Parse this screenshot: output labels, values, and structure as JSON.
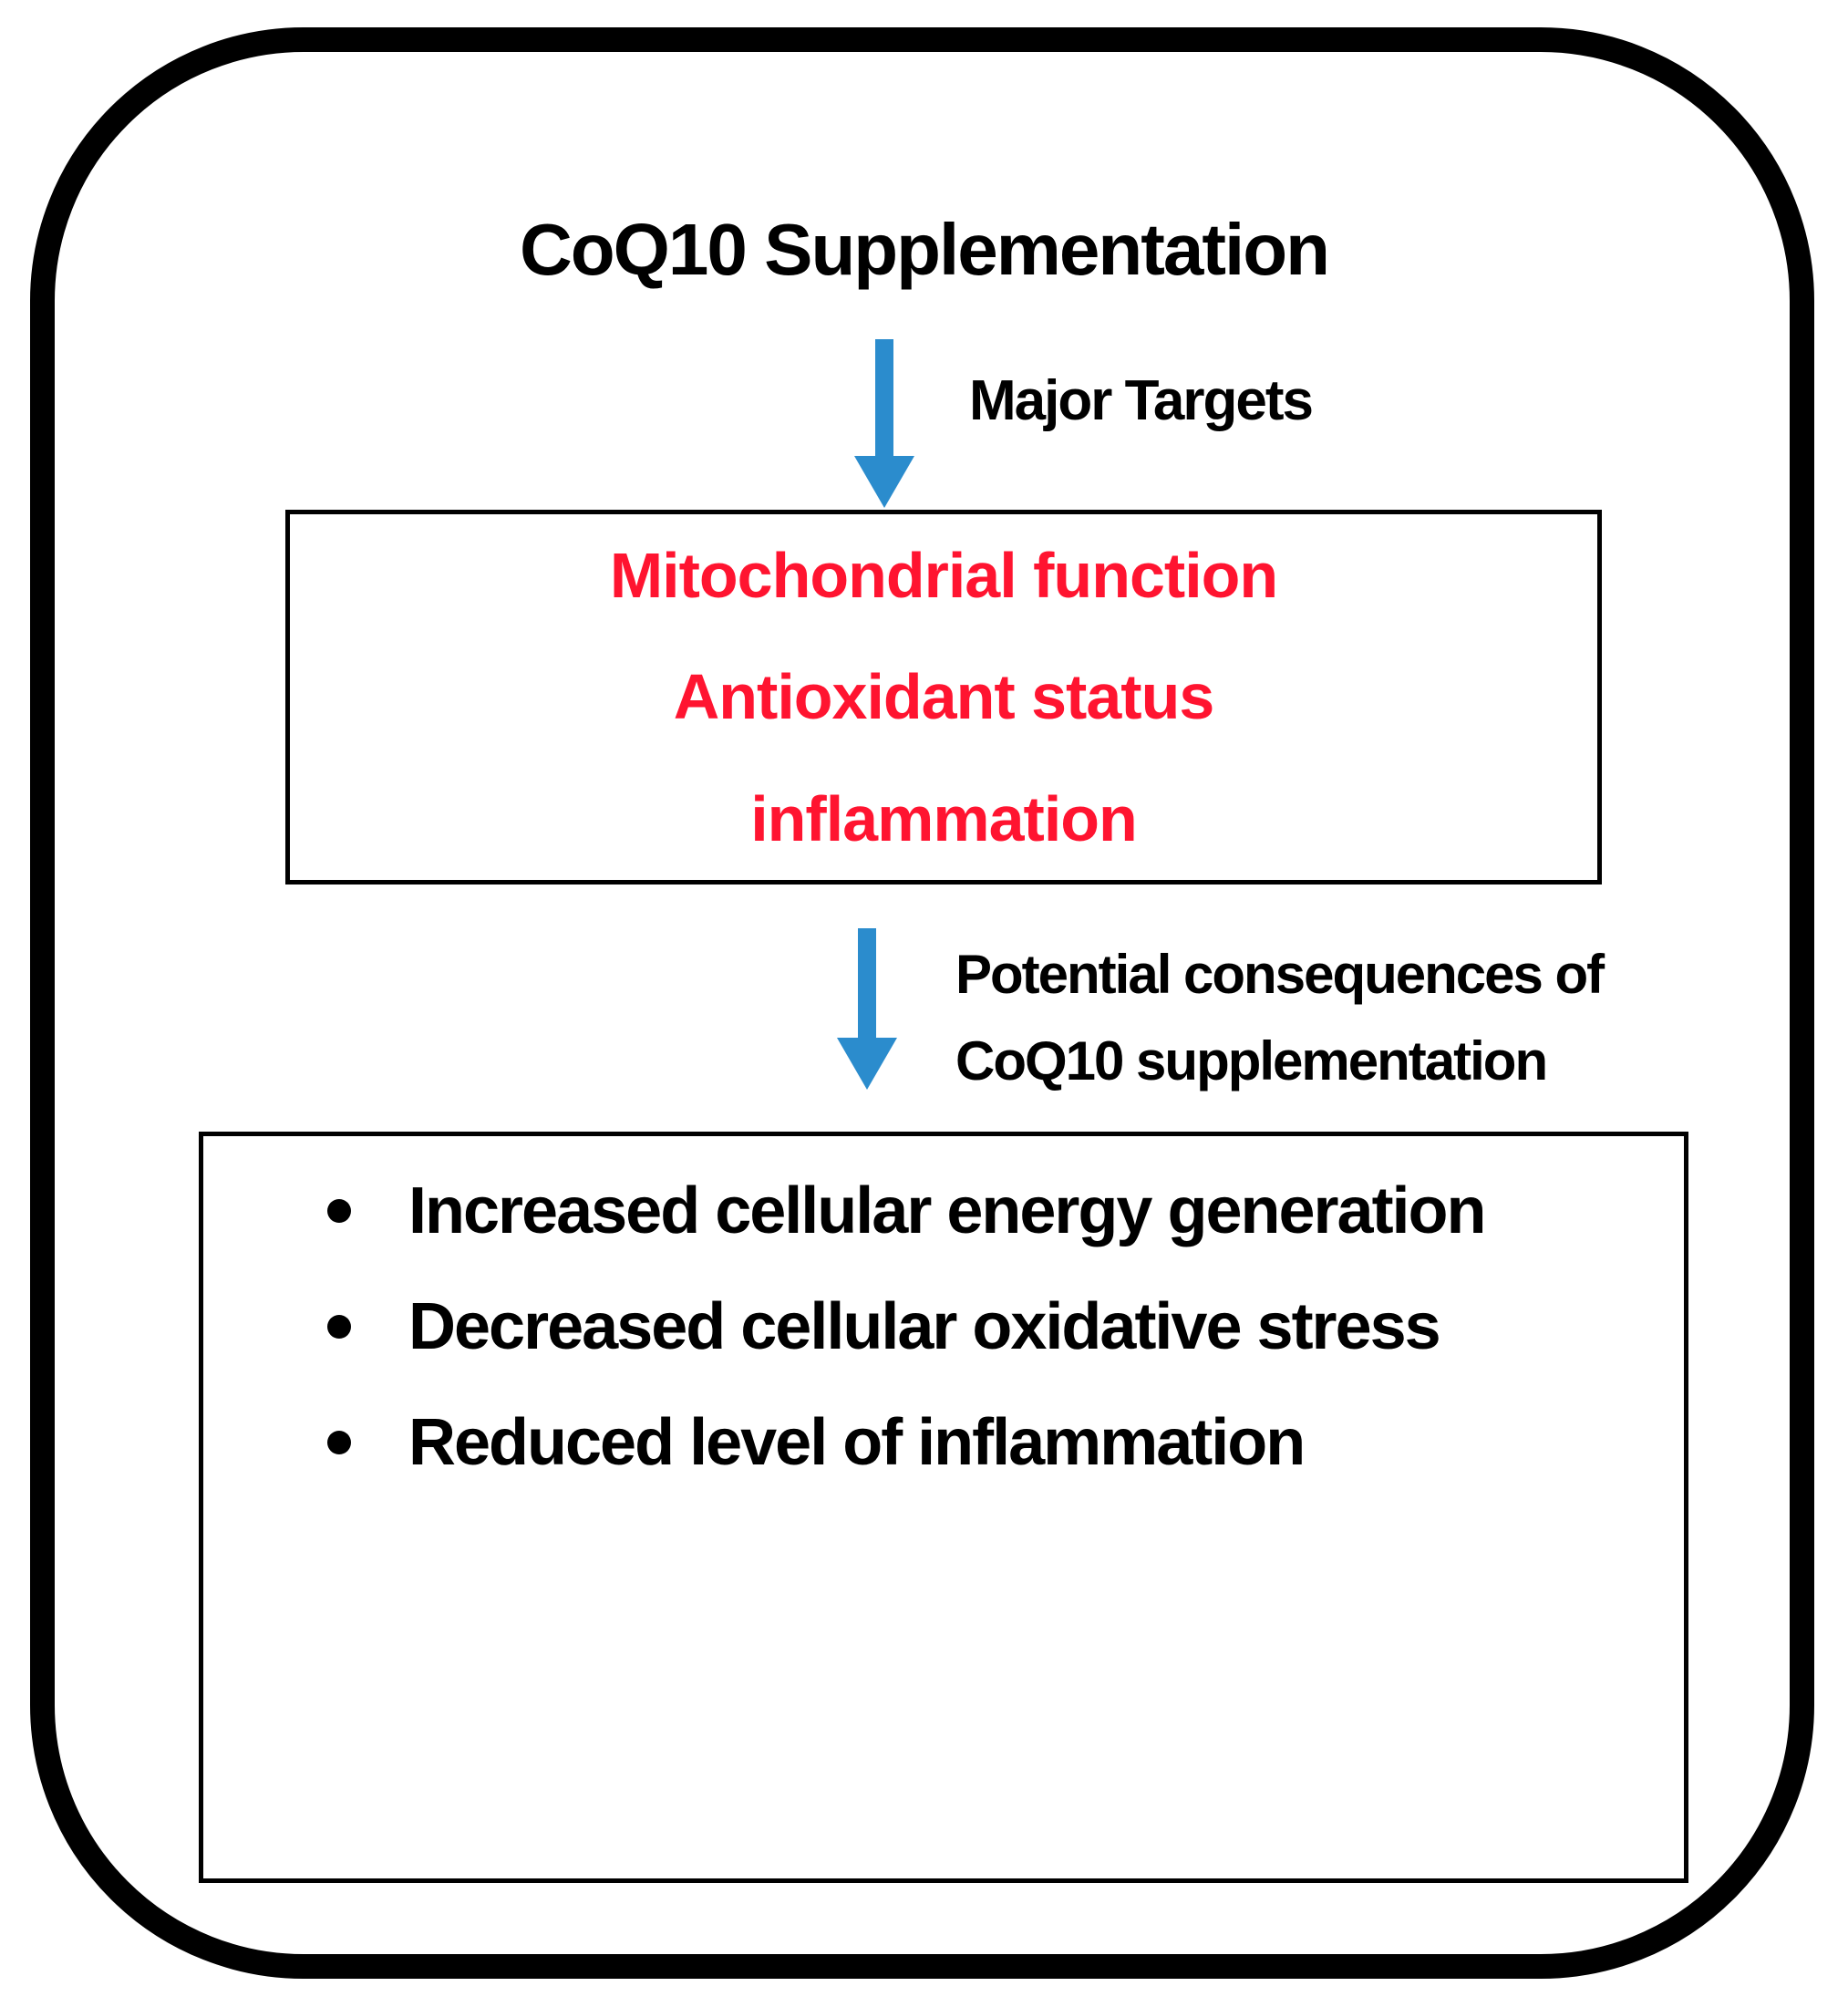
{
  "title": "CoQ10 Supplementation",
  "arrows": [
    {
      "direction": "down",
      "label": "Major Targets"
    },
    {
      "direction": "down",
      "label_line1": "Potential consequences of",
      "label_line2": "CoQ10 supplementation"
    }
  ],
  "targets_box": {
    "items": [
      "Mitochondrial function",
      "Antioxidant status",
      "inflammation"
    ]
  },
  "consequences_box": {
    "items": [
      "Increased cellular energy generation",
      "Decreased cellular oxidative stress",
      "Reduced level of inflammation"
    ]
  },
  "colors": {
    "accent-red": "#ff1430",
    "accent-blue": "#2b8ccd",
    "frame-black": "#000000",
    "background": "#ffffff"
  }
}
